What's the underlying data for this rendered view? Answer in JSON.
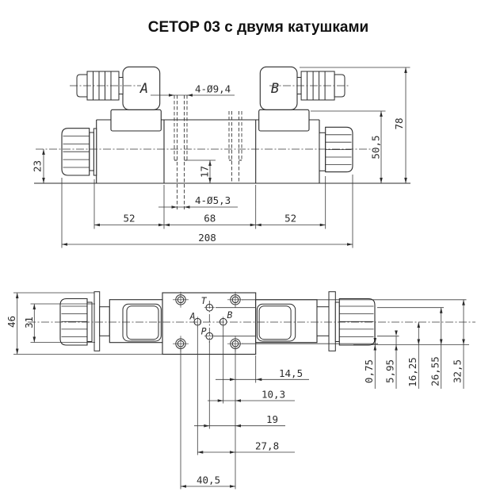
{
  "title": "CETOP 03 с двумя катушками",
  "top_view": {
    "connectors": {
      "a": "A",
      "b": "B"
    },
    "dimensions": {
      "counterbore_holes": "4-Ø9,4",
      "through_holes": "4-Ø5,3",
      "counterbore_depth": "17",
      "axis_to_base": "23",
      "coil_top_height": "50,5",
      "total_height": "78",
      "left_coil_length": "52",
      "body_length": "68",
      "right_coil_length": "52",
      "total_length": "208"
    }
  },
  "bottom_view": {
    "ports": {
      "t": "T",
      "a": "A",
      "b": "B",
      "p": "P"
    },
    "dimensions": {
      "body_width": "46",
      "coil_width": "31",
      "holes_to_edge": "14,5",
      "port_b_offset": "10,3",
      "port_p_offset": "19",
      "port_a_offset": "27,8",
      "holes_spacing_x": "40,5",
      "v_offsets": [
        "0,75",
        "5,95",
        "16,25",
        "26,55",
        "32,5"
      ]
    }
  },
  "colors": {
    "background": "#ffffff",
    "line": "#2b2b2b",
    "dim_line": "#3a3a3a"
  }
}
